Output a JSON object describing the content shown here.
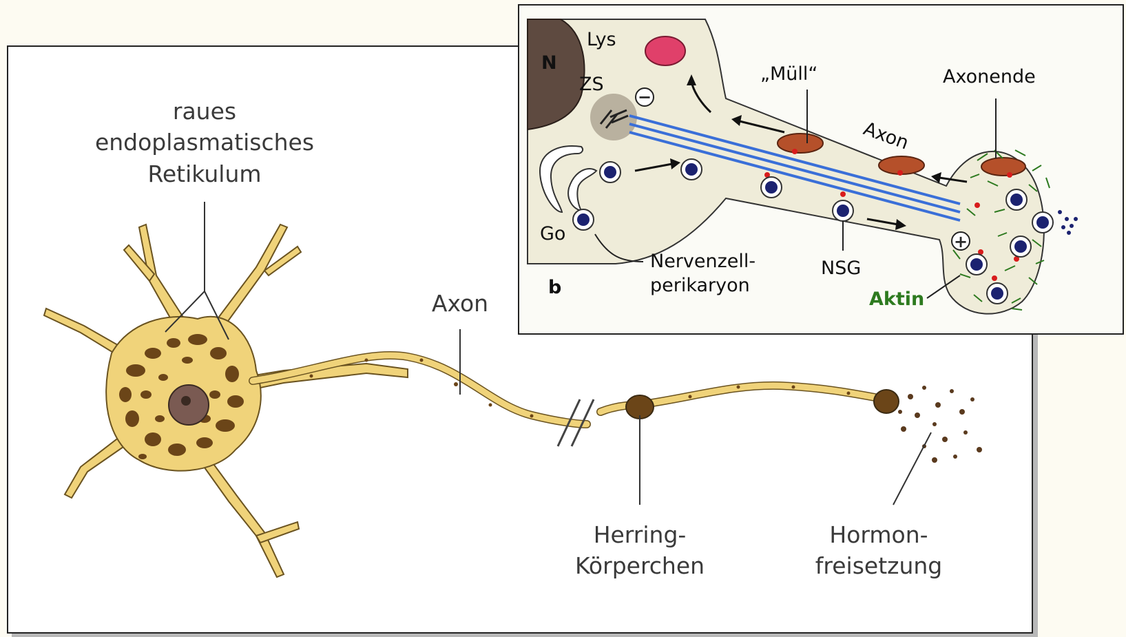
{
  "panel_a": {
    "labels": {
      "rer_line1": "raues",
      "rer_line2": "endoplasmatisches",
      "rer_line3": "Retikulum",
      "axon": "Axon",
      "herring_line1": "Herring-",
      "herring_line2": "Körperchen",
      "hormone_line1": "Hormon-",
      "hormone_line2": "freisetzung"
    }
  },
  "panel_b": {
    "labels": {
      "n": "N",
      "lys": "Lys",
      "zs": "ZS",
      "muell": "„Müll“",
      "axonende": "Axonende",
      "axon": "Axon",
      "go": "Go",
      "perikaryon_line1": "Nervenzell-",
      "perikaryon_line2": "perikaryon",
      "nsg": "NSG",
      "aktin": "Aktin",
      "panel_letter": "b",
      "minus": "−",
      "plus": "+"
    },
    "colors": {
      "microtubule": "#3a6fd8",
      "vesicle": "#1b2270",
      "lysosome": "#e0406a",
      "waste": "#b5502a",
      "actin": "#2d7a1f",
      "cytoplasm": "#efecd9"
    }
  },
  "colors": {
    "neuron_fill": "#f0d37a",
    "neuron_outline": "#6a5320",
    "nissl": "#6b4518"
  }
}
